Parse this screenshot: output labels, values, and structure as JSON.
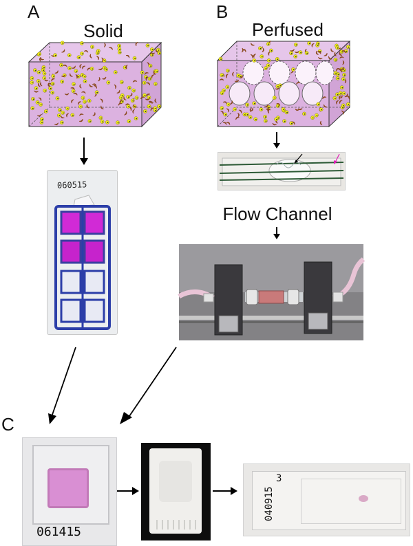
{
  "panels": {
    "a": {
      "letter": "A",
      "title": "Solid",
      "slide_label": "060515"
    },
    "b": {
      "letter": "B",
      "title": "Perfused",
      "channel_caption": "Flow Channel"
    },
    "c": {
      "letter": "C",
      "cassette_label": "061415",
      "slide_label": "040915",
      "slide_number": "3"
    }
  },
  "colors": {
    "hydrogel": "#dcb2e0",
    "cell_yellow": "#f2ee1a",
    "cell_brown": "#8a4a1e",
    "stain_magenta": "#d12ad6",
    "chamber_blue": "#2c3ea8"
  }
}
